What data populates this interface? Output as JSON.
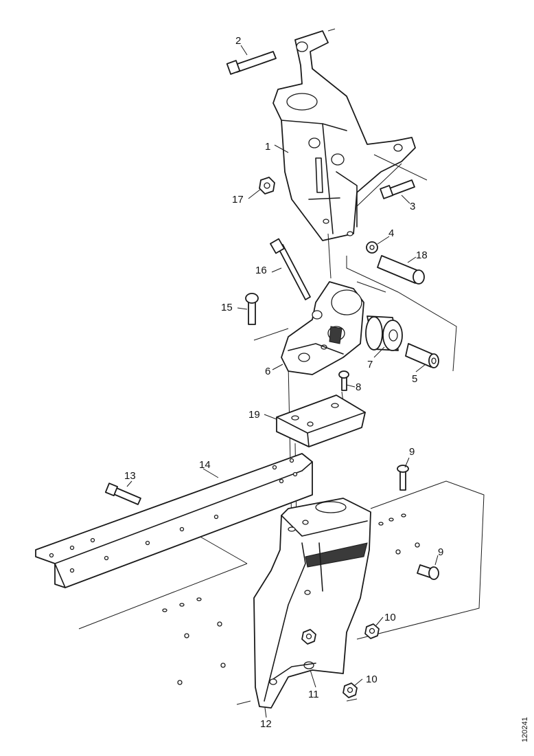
{
  "callouts": [
    {
      "id": "c2",
      "text": "2"
    },
    {
      "id": "c1",
      "text": "1"
    },
    {
      "id": "c17",
      "text": "17"
    },
    {
      "id": "c3",
      "text": "3"
    },
    {
      "id": "c4",
      "text": "4"
    },
    {
      "id": "c18",
      "text": "18"
    },
    {
      "id": "c16",
      "text": "16"
    },
    {
      "id": "c15",
      "text": "15"
    },
    {
      "id": "c7",
      "text": "7"
    },
    {
      "id": "c6",
      "text": "6"
    },
    {
      "id": "c5",
      "text": "5"
    },
    {
      "id": "c8",
      "text": "8"
    },
    {
      "id": "c19",
      "text": "19"
    },
    {
      "id": "c9a",
      "text": "9"
    },
    {
      "id": "c13",
      "text": "13"
    },
    {
      "id": "c14",
      "text": "14"
    },
    {
      "id": "c9b",
      "text": "9"
    },
    {
      "id": "c10a",
      "text": "10"
    },
    {
      "id": "c10b",
      "text": "10"
    },
    {
      "id": "c11",
      "text": "11"
    },
    {
      "id": "c12",
      "text": "12"
    }
  ],
  "figure_reference": "120241"
}
